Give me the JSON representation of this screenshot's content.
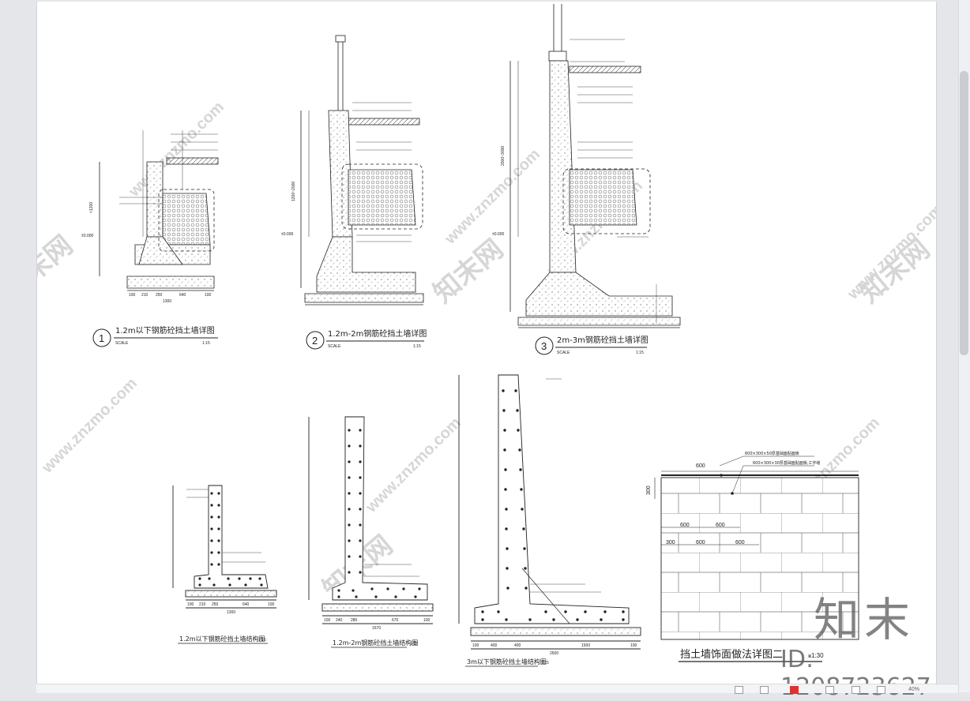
{
  "colors": {
    "line": "#222222",
    "accent_red": "#c0392b",
    "watermark": "#d4d4d4",
    "page": "#ffffff"
  },
  "details": [
    {
      "num": "1",
      "title": "1.2m以下钢筋砼挡土墙详图",
      "scale_label": "SCALE",
      "scale": "1:15"
    },
    {
      "num": "2",
      "title": "1.2m-2m钢筋砼挡土墙详图",
      "scale_label": "SCALE",
      "scale": "1:15"
    },
    {
      "num": "3",
      "title": "2m-3m钢筋砼挡土墙详图",
      "scale_label": "SCALE",
      "scale": "1:15"
    }
  ],
  "structures": [
    {
      "title": "1.2m以下钢筋砼挡土墙结构图",
      "scale": "1:15"
    },
    {
      "title": "1.2m-2m钢筋砼挡土墙结构图",
      "scale": "1:15"
    },
    {
      "title": "3m以下钢筋砼挡土墙结构图",
      "scale": "1:15"
    }
  ],
  "facade": {
    "title": "挡土墙饰面做法详图二",
    "scale": "1:30",
    "note1": "600×300×50厚基础面贴面板",
    "note2": "600×300×30厚基础面贴面板,工字缝",
    "dim_600": "600",
    "dim_300": "300"
  },
  "dims": {
    "d1": [
      "100",
      "210",
      "250",
      "640",
      "100"
    ],
    "d1_total": "1300",
    "d2": [
      "100",
      "240",
      "280",
      "670",
      "100"
    ],
    "d2_total": "1670",
    "d3": [
      "100",
      "400",
      "400",
      "1500",
      "100"
    ],
    "d3_total": "2500"
  },
  "elev": {
    "e1": "±0.000",
    "e2": "±0.000",
    "e3": "±0.000",
    "h1": "<1200",
    "h2": "1200~2000",
    "h3": "2000~3000"
  },
  "watermark_text": "www.znzmo.com",
  "watermark_cn": "知末网",
  "brand": {
    "name": "知末",
    "id": "ID: 1208723627"
  },
  "zoom": "40%"
}
